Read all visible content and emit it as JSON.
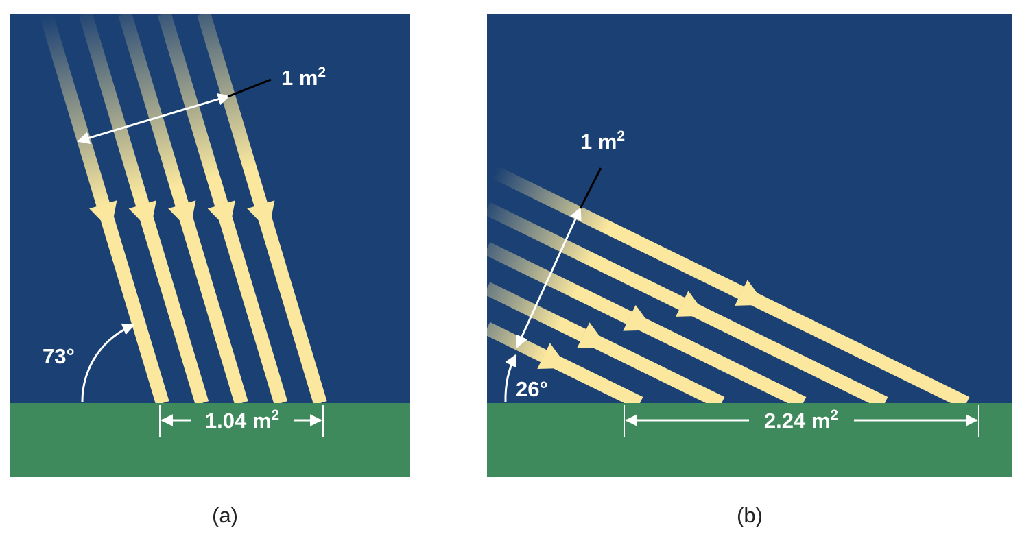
{
  "colors": {
    "sky": "#1b4073",
    "ground": "#3f8a5c",
    "beam": "#fbe89e",
    "annotation": "#ffffff",
    "leader": "#000000"
  },
  "panels": [
    {
      "caption": "(a)",
      "angle_label": "73°",
      "beam_width_label": "1 m",
      "ground_width_label": "1.04 m",
      "exponent": "2",
      "beam_count": 5
    },
    {
      "caption": "(b)",
      "angle_label": "26°",
      "beam_width_label": "1 m",
      "ground_width_label": "2.24 m",
      "exponent": "2",
      "beam_count": 5
    }
  ]
}
